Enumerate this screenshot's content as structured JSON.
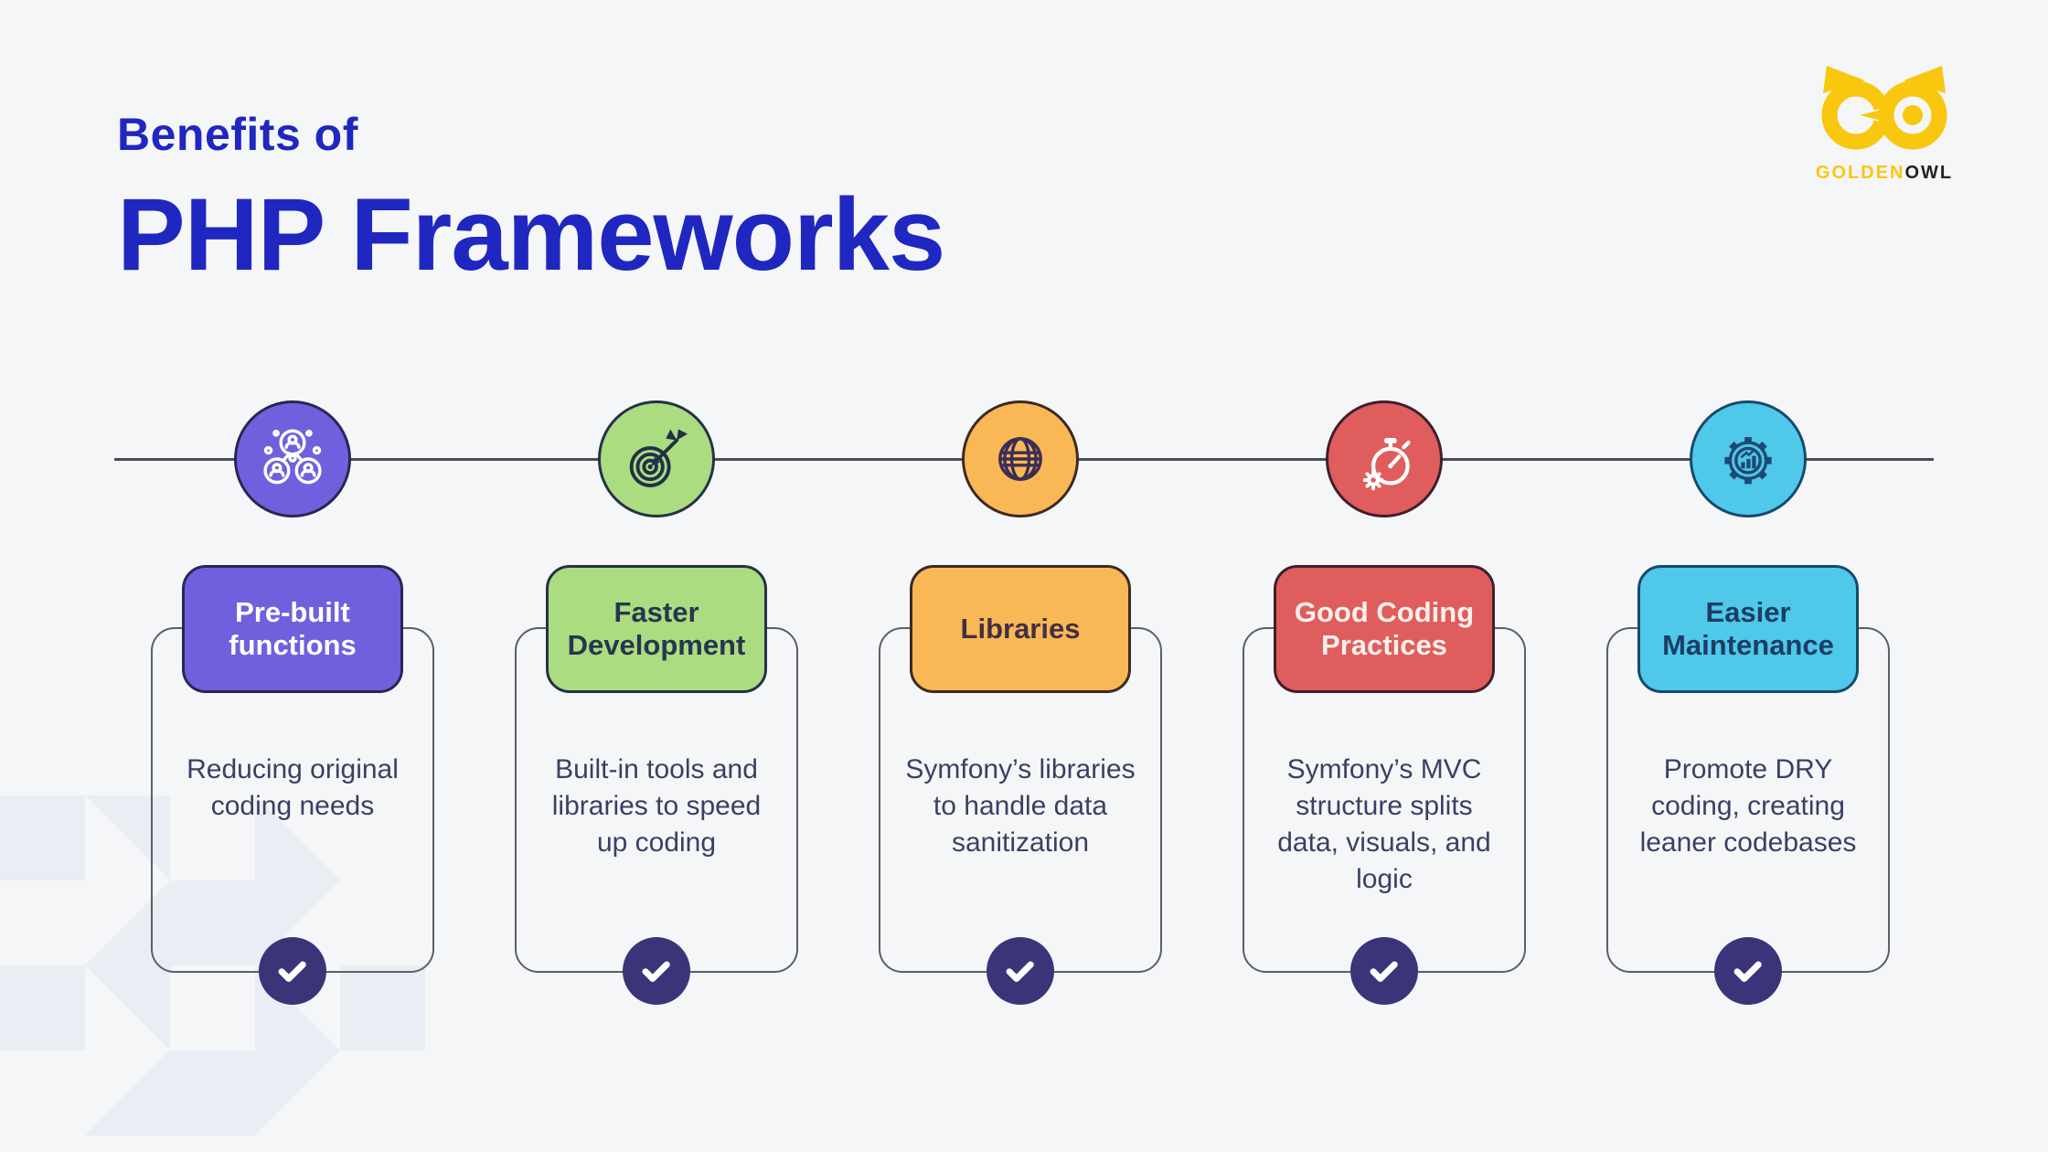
{
  "page": {
    "bg": "#F5F6F8"
  },
  "header": {
    "title_small": "Benefits of",
    "title_large": "PHP Frameworks",
    "title_color": "#1F27C0"
  },
  "logo": {
    "mark": "GO",
    "word_gold": "GOLDEN",
    "word_dark": "OWL",
    "gold": "#F8C70E",
    "dark": "#232020"
  },
  "timeline": {
    "line_color": "#4C4C57"
  },
  "decor": {
    "tile_color": "#E8EEF4"
  },
  "text_color": "#3C3F63",
  "card_border": "#5A5F68",
  "check": {
    "color": "#3B3479"
  },
  "cards": [
    {
      "title": "Pre-built functions",
      "body": "Reducing original coding needs",
      "icon": "team-icon",
      "accent": "#6F61DE",
      "border": "#2C2553",
      "title_color": "#FFFFFF",
      "icon_color": "#FFFFFF"
    },
    {
      "title": "Faster Development",
      "body": "Built-in tools and libraries to speed up coding",
      "icon": "target-icon",
      "accent": "#ACDC80",
      "border": "#243248",
      "title_color": "#27364F",
      "icon_color": "#203148"
    },
    {
      "title": "Libraries",
      "body": "Symfony’s libraries to handle data sanitization",
      "icon": "globe-icon",
      "accent": "#F9B855",
      "border": "#3A2B23",
      "title_color": "#423044",
      "icon_color": "#3A2E56"
    },
    {
      "title": "Good Coding Practices",
      "body": "Symfony’s MVC structure splits data, visuals, and logic",
      "icon": "stopwatch-gear-icon",
      "accent": "#E05D5D",
      "border": "#3F1F2E",
      "title_color": "#FBF0EC",
      "icon_color": "#FFFFFF"
    },
    {
      "title": "Easier Maintenance",
      "body": "Promote DRY coding, creating leaner codebases",
      "icon": "gear-chart-icon",
      "accent": "#4FC8EA",
      "border": "#174A6B",
      "title_color": "#1C3D65",
      "icon_color": "#1D4972"
    }
  ]
}
